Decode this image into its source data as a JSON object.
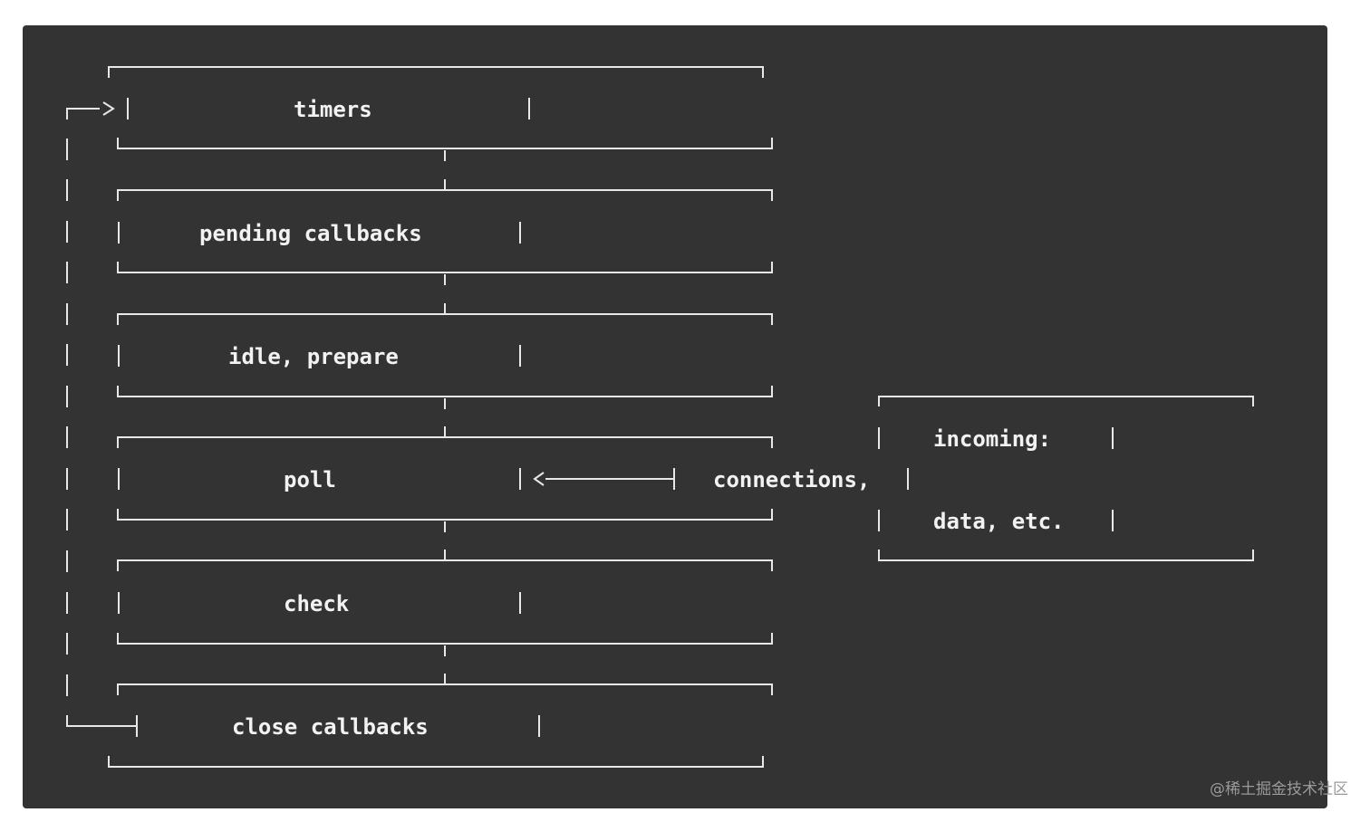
{
  "colors": {
    "background": "#333333",
    "line": "#e8e8e8",
    "text": "#f2f2f2"
  },
  "phases": {
    "timers": "timers",
    "pending_callbacks": "pending callbacks",
    "idle_prepare": "idle, prepare",
    "poll": "poll",
    "check": "check",
    "close_callbacks": "close callbacks"
  },
  "incoming": {
    "line1": "incoming:",
    "line2": "connections,",
    "line3": "data, etc."
  },
  "watermark": "@稀土掘金技术社区"
}
